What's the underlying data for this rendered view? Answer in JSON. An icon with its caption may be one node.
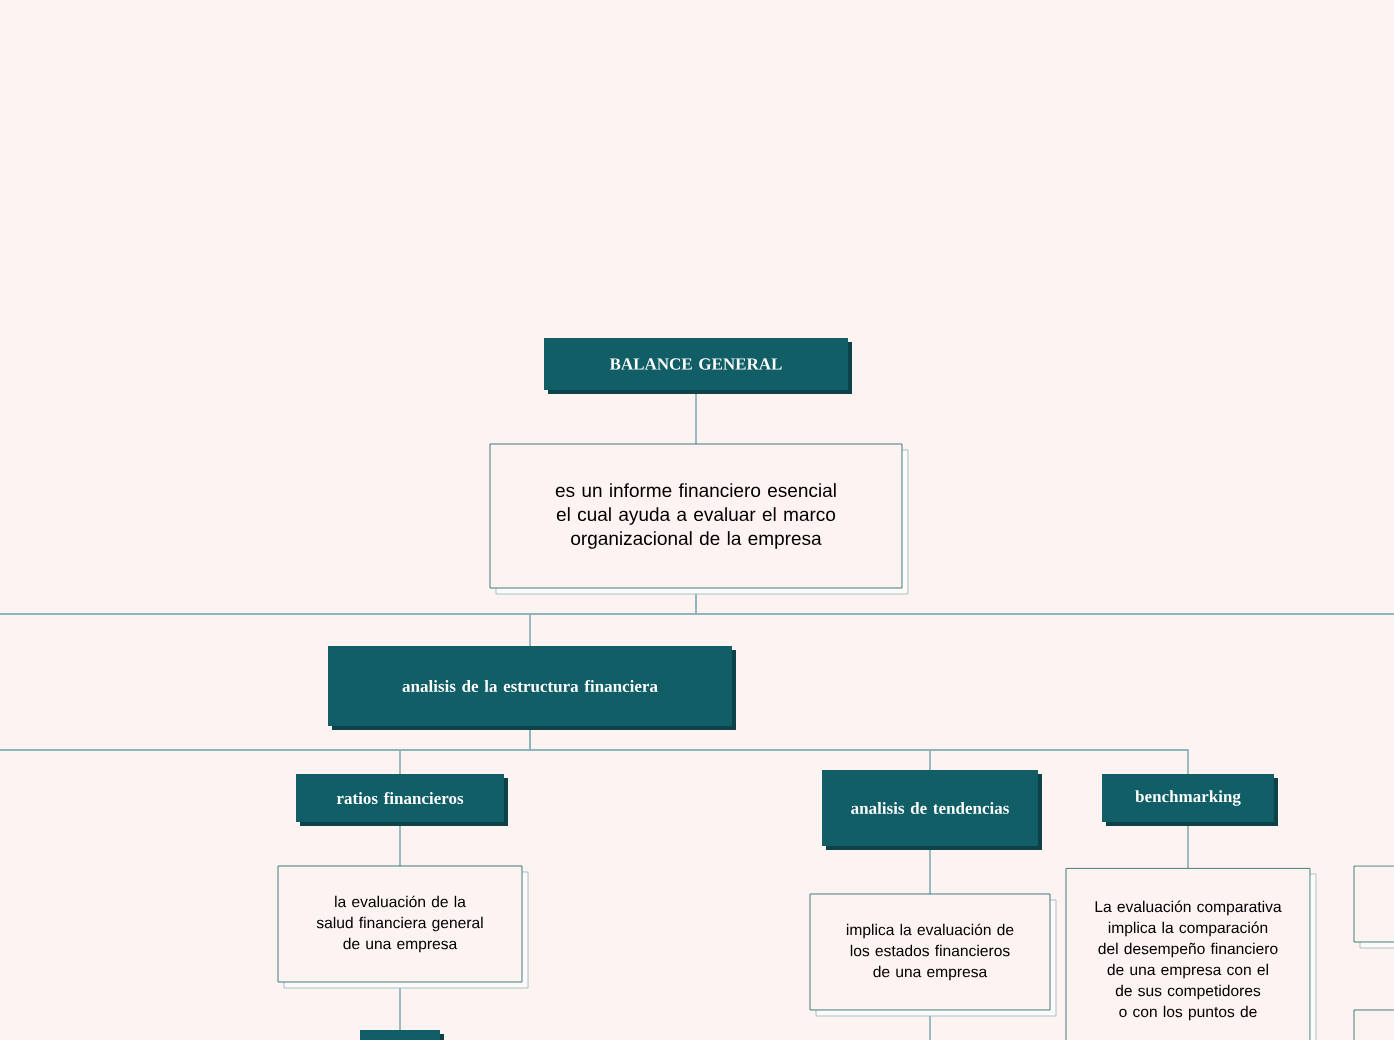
{
  "diagram": {
    "nodes": [
      {
        "text": [
          "BALANCE GENERAL"
        ]
      },
      {
        "text": [
          "es un informe financiero esencial el cual ayuda a evaluar el marco organizacional de la empresa"
        ]
      },
      {
        "text": [
          "analisis de la estructura financiera"
        ]
      },
      {
        "text": [
          "ratios financieros"
        ]
      },
      {
        "text": [
          "la evaluación de la salud financiera general de una empresa"
        ]
      },
      {
        "text": [
          "analisis de tendencias"
        ]
      },
      {
        "text": [
          "implica la evaluación de los estados financieros de una empresa"
        ]
      },
      {
        "text": [
          "benchmarking"
        ]
      },
      {
        "text": [
          "La evaluación comparativa implica la comparación del desempeño financiero de una empresa con el de sus competidores o con los puntos de"
        ]
      },
      {
        "text": [],
        "shape": "box"
      },
      {
        "text": [],
        "shape": "box"
      },
      {
        "text": [],
        "shape": "box"
      }
    ],
    "edges": [
      {
        "from": 0,
        "to": 1,
        "arrow": "none"
      },
      {
        "from": 1,
        "to": null,
        "arrow": "none"
      },
      {
        "from": 1,
        "to": 2,
        "arrow": "none"
      },
      {
        "from": 1,
        "to": null,
        "arrow": "none"
      },
      {
        "from": 2,
        "to": null,
        "arrow": "none"
      },
      {
        "from": 2,
        "to": 3,
        "arrow": "none"
      },
      {
        "from": 2,
        "to": 5,
        "arrow": "none"
      },
      {
        "from": 2,
        "to": 7,
        "arrow": "none"
      },
      {
        "from": 3,
        "to": 4,
        "arrow": "none"
      },
      {
        "from": 4,
        "to": 9,
        "arrow": "none"
      },
      {
        "from": 5,
        "to": 6,
        "arrow": "none"
      },
      {
        "from": 6,
        "to": null,
        "arrow": "none"
      },
      {
        "from": 7,
        "to": 8,
        "arrow": "none"
      }
    ]
  }
}
